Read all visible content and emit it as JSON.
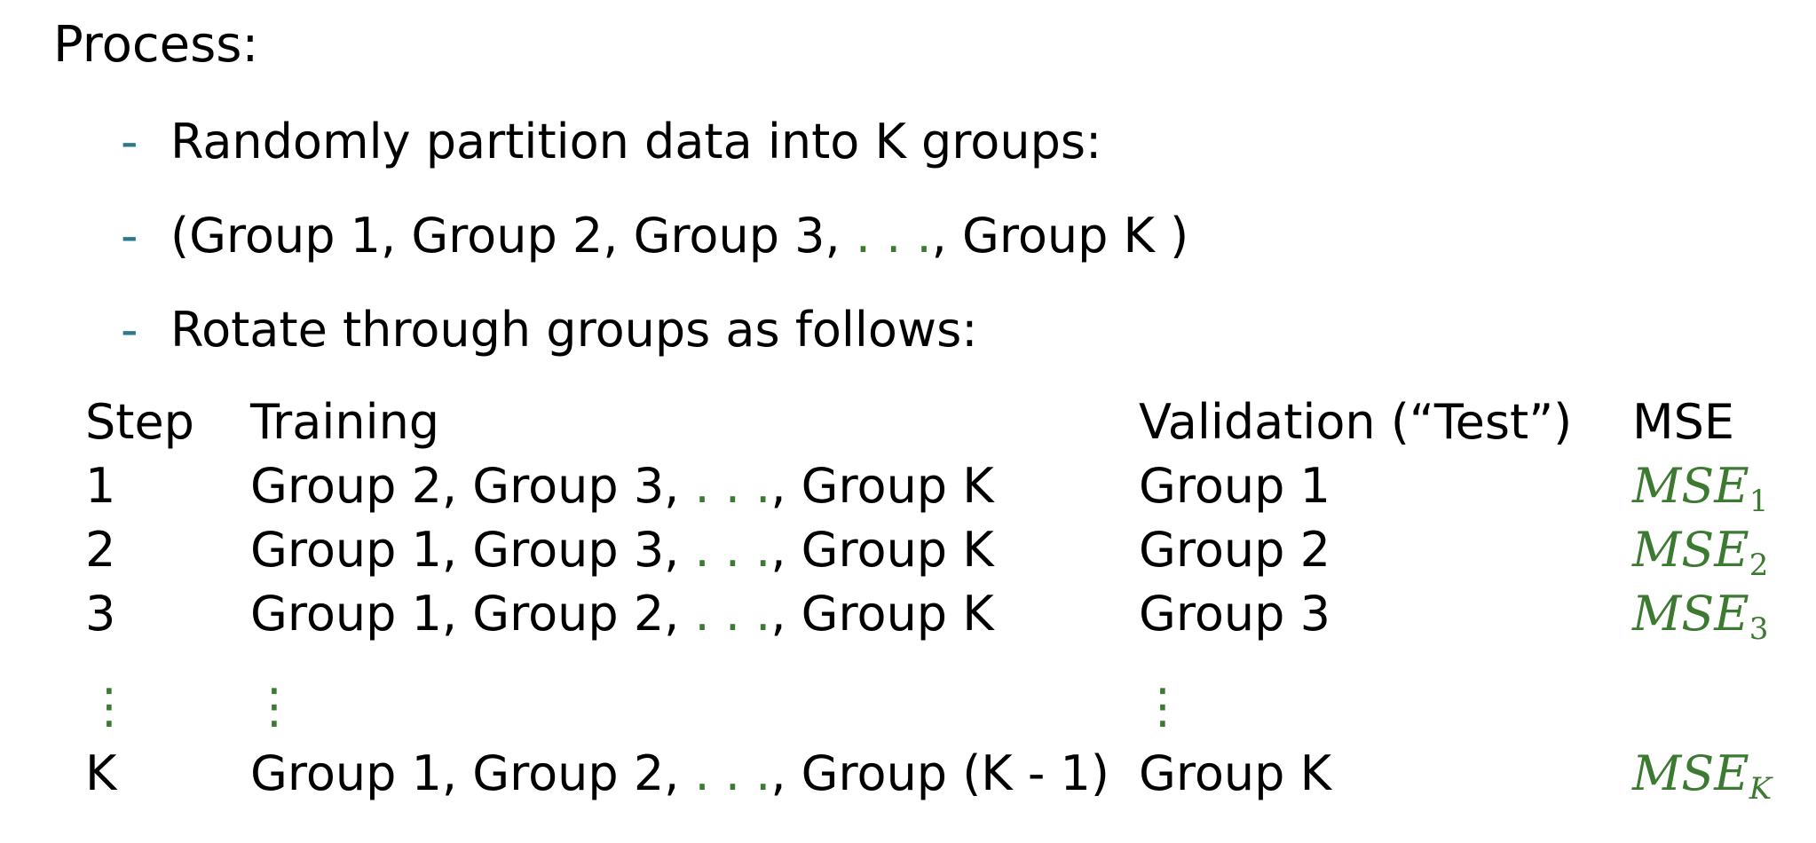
{
  "heading": "Process:",
  "bullets": [
    {
      "dash": "-",
      "text": "Randomly partition data into K groups:"
    },
    {
      "dash": "-",
      "prefix": "(Group 1, Group 2, Group 3, ",
      "dots": ". . .",
      "suffix": ", Group K )"
    },
    {
      "dash": "-",
      "text": "Rotate through groups as follows:"
    }
  ],
  "table": {
    "headers": {
      "step": "Step",
      "training": "Training",
      "validation": "Validation (“Test”)",
      "mse": "MSE"
    },
    "rows": [
      {
        "step": "1",
        "training_prefix": "Group 2, Group 3, ",
        "training_dots": ". . .",
        "training_suffix": ", Group K",
        "validation": "Group 1",
        "mse_base": "MSE",
        "mse_sub": "1"
      },
      {
        "step": "2",
        "training_prefix": "Group 1, Group 3, ",
        "training_dots": ". . .",
        "training_suffix": ", Group K",
        "validation": "Group 2",
        "mse_base": "MSE",
        "mse_sub": "2"
      },
      {
        "step": "3",
        "training_prefix": "Group 1, Group 2, ",
        "training_dots": ". . .",
        "training_suffix": ", Group K",
        "validation": "Group 3",
        "mse_base": "MSE",
        "mse_sub": "3"
      },
      {
        "step": "K",
        "training_prefix": "Group 1, Group 2, ",
        "training_dots": ". . .",
        "training_suffix": ", Group (K - 1)",
        "validation": "Group K",
        "mse_base": "MSE",
        "mse_sub": "K"
      }
    ],
    "vdots": "⋮"
  },
  "colors": {
    "accent_green": "#3c7a32",
    "dash_teal": "#2a7a8c"
  }
}
